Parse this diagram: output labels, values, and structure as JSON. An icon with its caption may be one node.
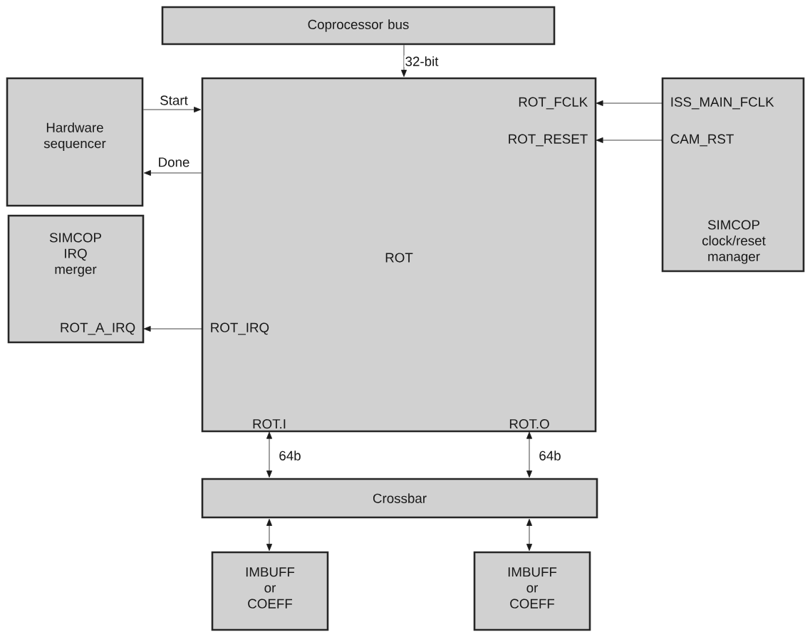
{
  "diagram": {
    "nodes": [
      {
        "text": [
          "Coprocessor bus"
        ]
      },
      {
        "text": [
          "ROT"
        ]
      },
      {
        "text": [
          "ROT_FCLK"
        ],
        "in": 1
      },
      {
        "text": [
          "ROT_RESET"
        ],
        "in": 1
      },
      {
        "text": [
          "ROT_IRQ"
        ],
        "in": 1
      },
      {
        "text": [
          "ROT.I"
        ],
        "in": 1
      },
      {
        "text": [
          "ROT.O"
        ],
        "in": 1
      },
      {
        "text": [
          "Hardware sequencer"
        ]
      },
      {
        "text": [
          "SIMCOP IRQ merger"
        ]
      },
      {
        "text": [
          "ROT_A_IRQ"
        ],
        "in": 8
      },
      {
        "text": [
          "SIMCOP clock/reset manager"
        ]
      },
      {
        "text": [
          "ISS_MAIN_FCLK"
        ],
        "in": 10
      },
      {
        "text": [
          "CAM_RST"
        ],
        "in": 10
      },
      {
        "text": [
          "Crossbar"
        ]
      },
      {
        "text": [
          "IMBUFF or COEFF"
        ]
      },
      {
        "text": [
          "IMBUFF or COEFF"
        ]
      }
    ],
    "edges": [
      {
        "from": 0,
        "to": 1,
        "arrow": "to",
        "label": "32-bit"
      },
      {
        "from": 7,
        "to": 1,
        "arrow": "to",
        "label": "Start"
      },
      {
        "from": 1,
        "to": 7,
        "arrow": "to",
        "label": "Done"
      },
      {
        "from": 11,
        "to": 2,
        "arrow": "to"
      },
      {
        "from": 12,
        "to": 3,
        "arrow": "to"
      },
      {
        "from": 4,
        "to": 9,
        "arrow": "to"
      },
      {
        "from": 5,
        "to": 13,
        "arrow": "both",
        "label": "64b"
      },
      {
        "from": 6,
        "to": 13,
        "arrow": "both",
        "label": "64b"
      },
      {
        "from": 13,
        "to": 14,
        "arrow": "both"
      },
      {
        "from": 13,
        "to": 15,
        "arrow": "both"
      }
    ]
  }
}
